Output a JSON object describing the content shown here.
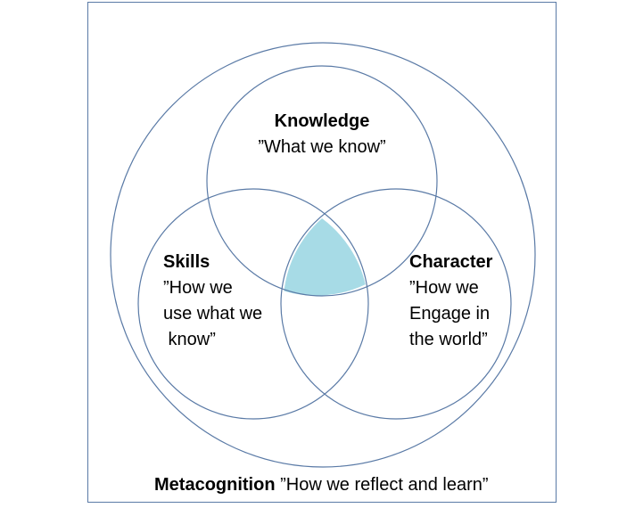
{
  "diagram": {
    "knowledge": {
      "title": "Knowledge",
      "subtitle": "”What we know”"
    },
    "skills": {
      "title": "Skills",
      "subtitle": "”How we\nuse what we\n know”"
    },
    "character": {
      "title": "Character",
      "subtitle": "”How we\nEngage in\nthe world”"
    },
    "metacognition": {
      "title": "Metacognition",
      "subtitle": "”How we reflect and learn”"
    }
  },
  "colors": {
    "outline": "#5a7aa6",
    "intersection_fill": "#a7dbe6",
    "text": "#000000"
  }
}
